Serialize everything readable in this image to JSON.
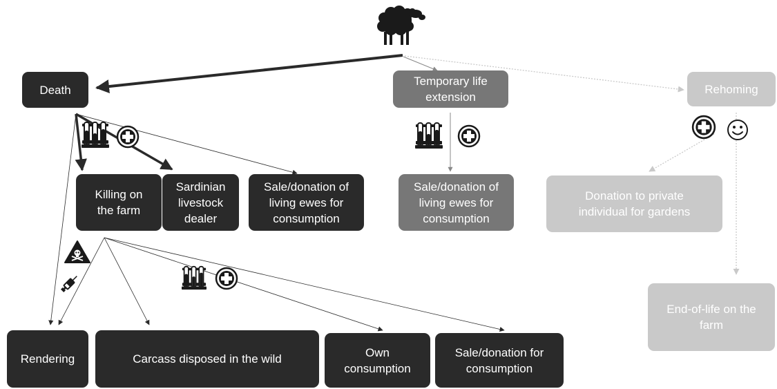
{
  "icons": {
    "sheep": "sheep-icon",
    "test_tubes": "test-tubes-icon",
    "health_cross": "medical-cross-icon",
    "smiley": "smiley-icon",
    "toxic_hazard": "toxic-hazard-icon",
    "syringe": "syringe-icon"
  },
  "colors": {
    "dark": "#2a2a2a",
    "medium": "#777777",
    "light": "#c9c9c9"
  },
  "nodes": {
    "death": "Death",
    "temporary_life_extension": "Temporary life\nextension",
    "rehoming": "Rehoming",
    "killing_on_farm": "Killing on\nthe farm",
    "sardinian_dealer": "Sardinian\nlivestock\ndealer",
    "sale_living_ewes_1": "Sale/donation of\nliving ewes for\nconsumption",
    "sale_living_ewes_2": "Sale/donation of\nliving ewes for\nconsumption",
    "donation_private": "Donation to private\nindividual for gardens",
    "end_of_life_farm": "End-of-life on the\nfarm",
    "rendering": "Rendering",
    "carcass_wild": "Carcass disposed in the wild",
    "own_consumption": "Own\nconsumption",
    "sale_for_consumption": "Sale/donation for\nconsumption"
  }
}
